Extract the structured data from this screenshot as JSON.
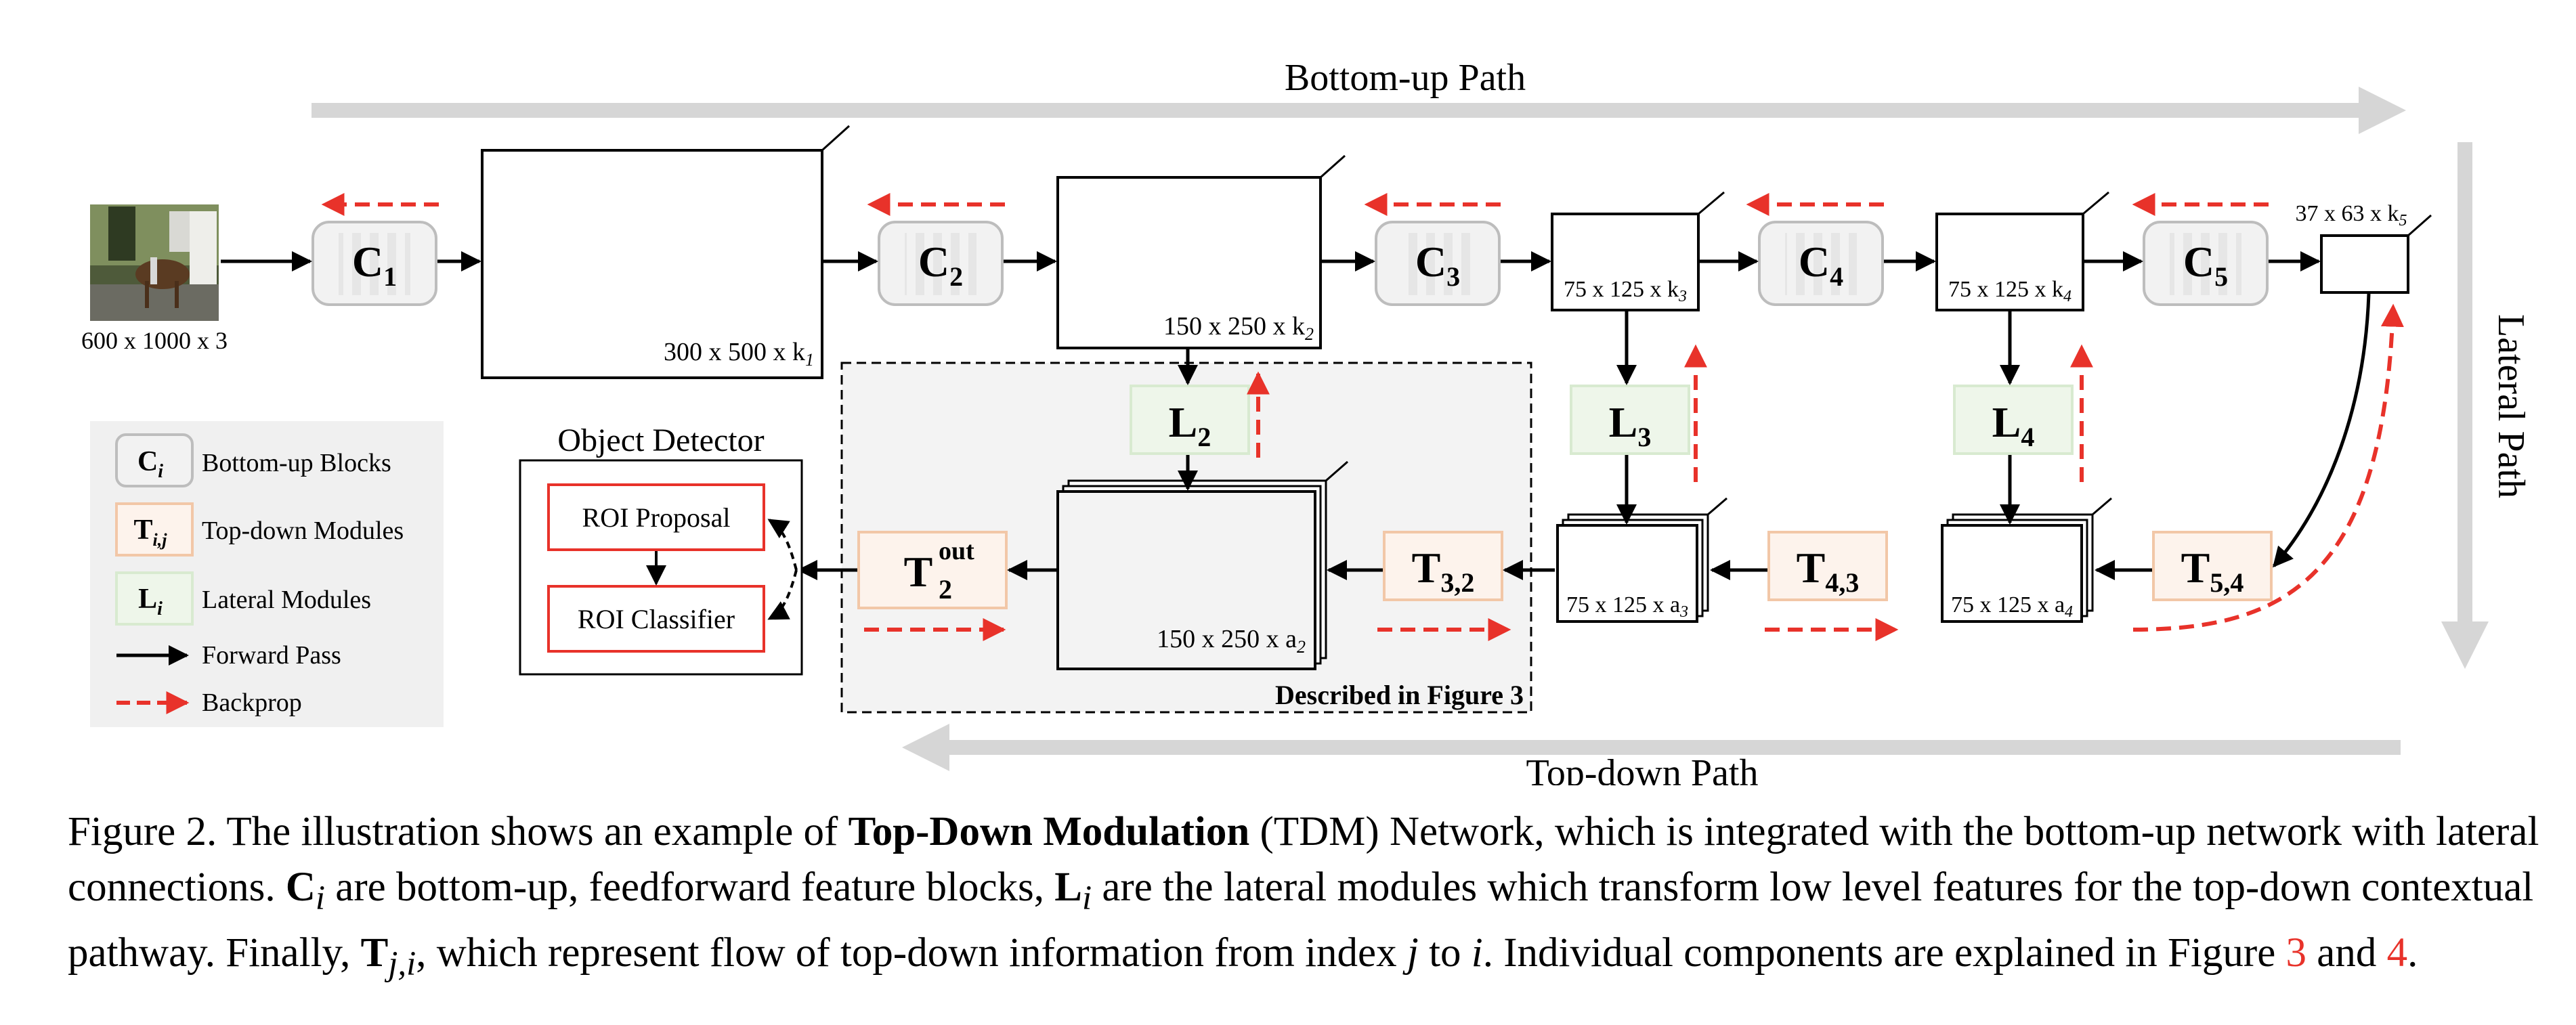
{
  "paths": {
    "bottom_up": "Bottom-up Path",
    "top_down": "Top-down Path",
    "lateral": "Lateral Path"
  },
  "input": {
    "size": "600 x 1000 x 3"
  },
  "blocks": {
    "c": [
      "C",
      "C",
      "C",
      "C",
      "C"
    ],
    "c_sub": [
      "1",
      "2",
      "3",
      "4",
      "5"
    ],
    "l": [
      "L",
      "L",
      "L"
    ],
    "l_sub": [
      "2",
      "3",
      "4"
    ],
    "t": [
      "T",
      "T",
      "T",
      "T"
    ],
    "t_sub": [
      "out / 2",
      "3,2",
      "4,3",
      "5,4"
    ],
    "t_sup_out": "out",
    "t2_sub": "2"
  },
  "features": {
    "f1": "300 x 500 x k",
    "f1_sub": "1",
    "f2": "150 x 250 x k",
    "f2_sub": "2",
    "f3": "75 x 125 x k",
    "f3_sub": "3",
    "f4": "75 x 125 x k",
    "f4_sub": "4",
    "f5": "37 x 63 x k",
    "f5_sub": "5",
    "a2": "150 x 250 x a",
    "a2_sub": "2",
    "a3": "75 x 125 x a",
    "a3_sub": "3",
    "a4": "75 x 125 x a",
    "a4_sub": "4"
  },
  "dashed_region": {
    "label": "Described in Figure 3"
  },
  "detector": {
    "title": "Object Detector",
    "proposal": "ROI Proposal",
    "classifier": "ROI Classifier"
  },
  "legend": {
    "c_label": "Bottom-up Blocks",
    "t_label": "Top-down Modules",
    "l_label": "Lateral Modules",
    "fwd_label": "Forward Pass",
    "back_label": "Backprop",
    "c_sym": "C",
    "c_sub": "i",
    "t_sym": "T",
    "t_sub": "i,j",
    "l_sym": "L",
    "l_sub": "i"
  },
  "colors": {
    "c_fill": "#f2f2f2",
    "c_stroke": "#bdbdbd",
    "l_fill": "#eef6ea",
    "l_stroke": "#d8ead0",
    "t_fill": "#fdf3ec",
    "t_stroke": "#f2c7a7",
    "backprop": "#e8322a",
    "path_arrow": "#d6d6d6",
    "region_fill": "#f3f3f3",
    "legend_fill": "#f0f0f0"
  },
  "caption": {
    "p1": "Figure 2. The illustration shows an example of ",
    "b1": "Top-Down Modulation",
    "p2": " (TDM) Network, which is integrated with the bottom-up network with lateral connections. ",
    "c_sym": "C",
    "c_sub": "i",
    "p3": " are bottom-up, feedforward feature blocks, ",
    "l_sym": "L",
    "l_sub": "i",
    "p4": " are the lateral modules which transform low level features for the top-down contextual pathway. Finally, ",
    "t_sym": "T",
    "t_sub": "j,i",
    "p5": ", which represent flow of top-down information from index ",
    "j": "j",
    "p6": " to ",
    "i": "i",
    "p7": ". Individual components are explained in Figure ",
    "ref3": "3",
    "p8": " and ",
    "ref4": "4",
    "p9": "."
  }
}
